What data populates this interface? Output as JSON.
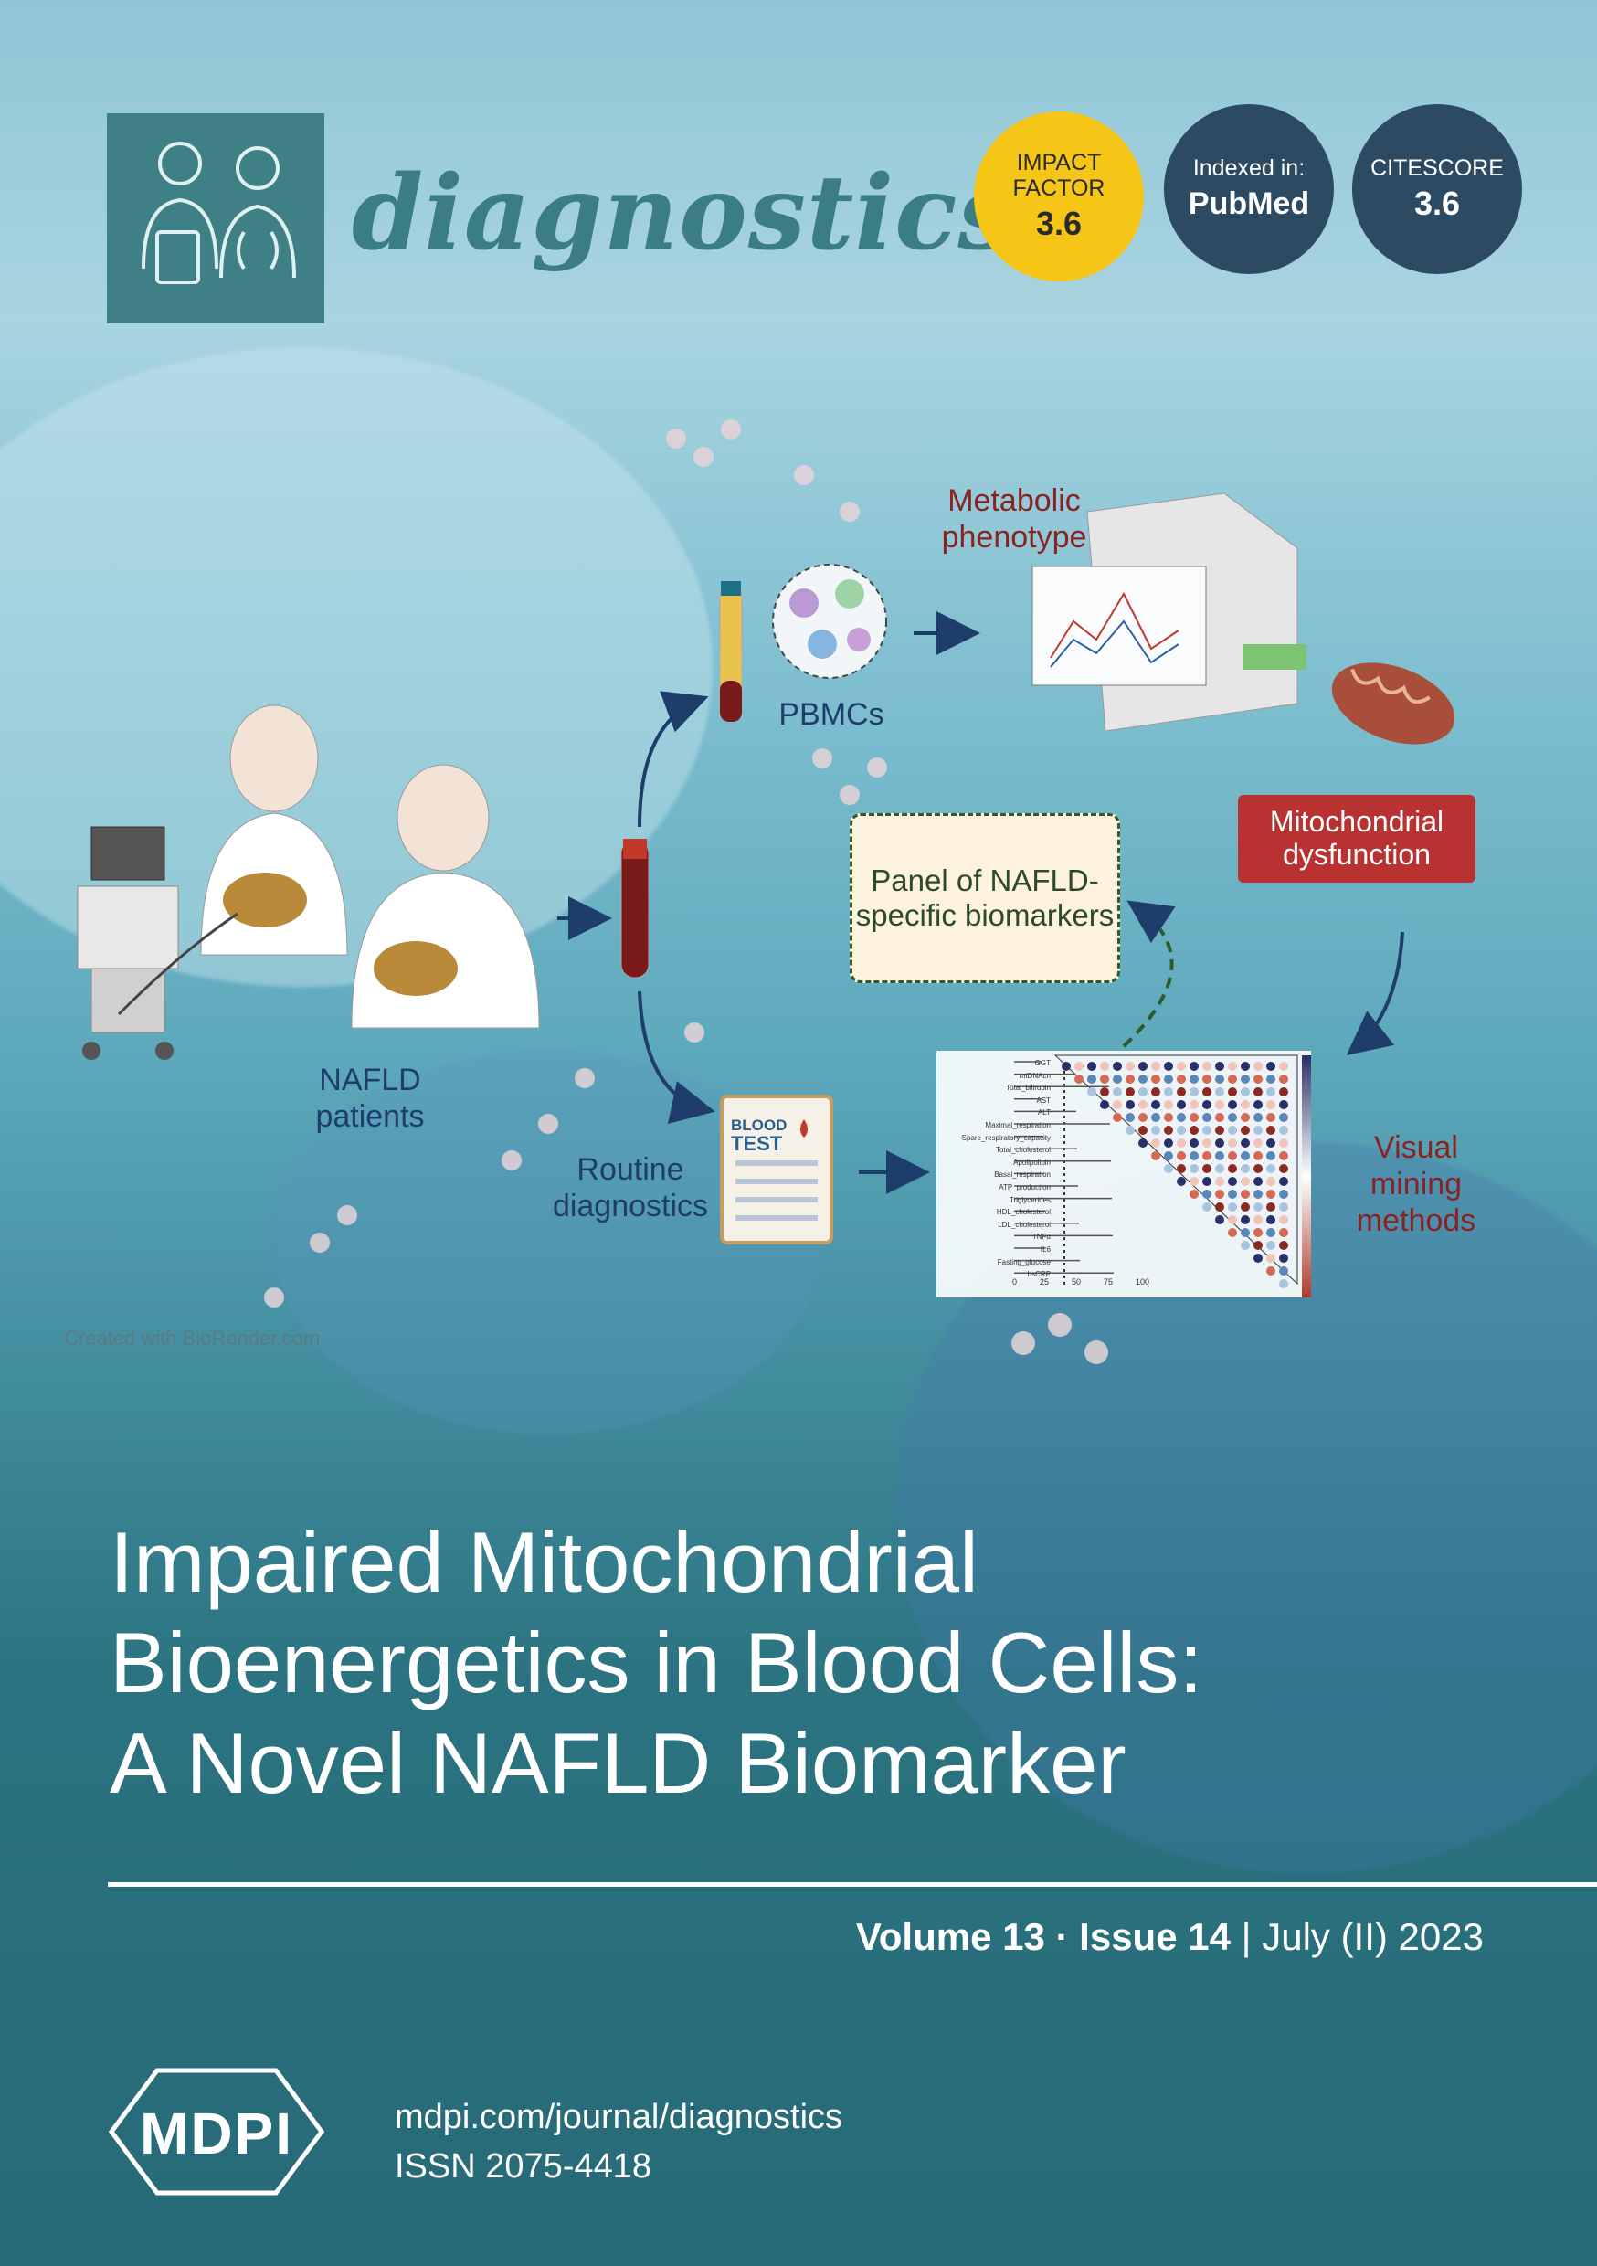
{
  "journal": {
    "title": "diagnostics",
    "logo_icon": "doctors-logo-icon",
    "brand_color": "#3a7d82"
  },
  "badges": {
    "impact_factor": {
      "line1": "IMPACT",
      "line2": "FACTOR",
      "value": "3.6",
      "color": "#f5c518"
    },
    "indexed": {
      "line1": "Indexed in:",
      "value": "PubMed",
      "color": "#2d4a63"
    },
    "citescore": {
      "line1": "CITESCORE",
      "value": "3.6",
      "color": "#2d4a63"
    }
  },
  "diagram": {
    "patients_label": "NAFLD patients",
    "pbmcs_label": "PBMCs",
    "metabolic_label": "Metabolic phenotype",
    "mito_label": "Mitochondrial dysfunction",
    "panel_label": "Panel of NAFLD-specific biomarkers",
    "routine_label": "Routine diagnostics",
    "blood_test_line1": "BLOOD",
    "blood_test_line2": "TEST",
    "visual_label": "Visual mining methods",
    "heatmap_rows": [
      "GGT",
      "mtDNAcn",
      "Total_bilirubin",
      "AST",
      "ALT",
      "Maximal_respiration",
      "Spare_respiratory_capacity",
      "Total_cholesterol",
      "Apolipolipin",
      "Basal_respiration",
      "ATP_production",
      "Triglycerides",
      "HDL_cholesterol",
      "LDL_cholesterol",
      "TNFα",
      "IL6",
      "Fasting_glucose",
      "hsCRP"
    ],
    "heatmap_axis": [
      "0",
      "25",
      "50",
      "75",
      "100"
    ]
  },
  "credit": "Created with BioRender.com",
  "article_title": [
    "Impaired Mitochondrial",
    "Bioenergetics in Blood Cells:",
    "A Novel NAFLD Biomarker"
  ],
  "issue": {
    "volume": "Volume 13",
    "sep": " · ",
    "issue": "Issue 14",
    "date": " | July (II) 2023"
  },
  "publisher": {
    "logo_text": "MDPI",
    "url": "mdpi.com/journal/diagnostics",
    "issn": "ISSN 2075-4418"
  }
}
